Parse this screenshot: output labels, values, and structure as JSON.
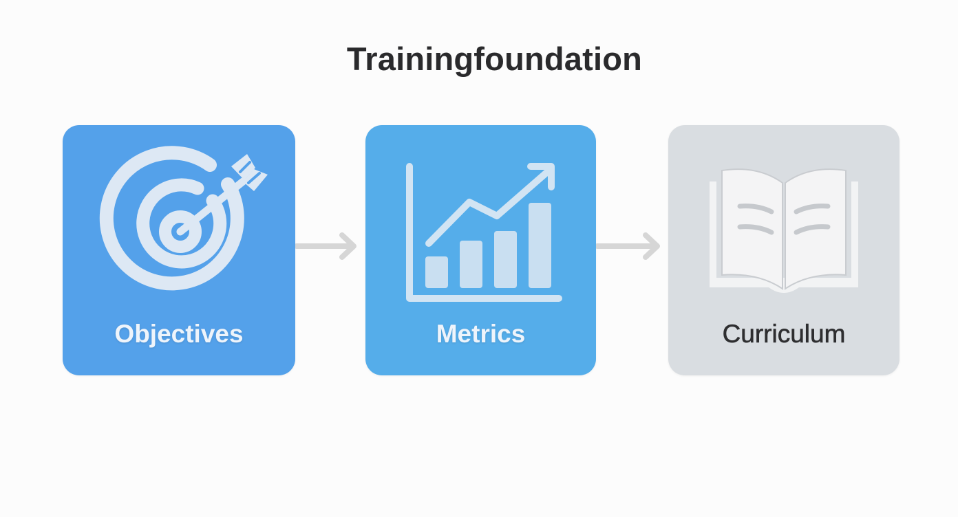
{
  "title": "Trainingfoundation",
  "steps": [
    {
      "label": "Objectives",
      "icon": "target-arrow-icon",
      "color": "#54a1ea"
    },
    {
      "label": "Metrics",
      "icon": "bar-chart-trend-icon",
      "color": "#55adea"
    },
    {
      "label": "Curriculum",
      "icon": "open-book-icon",
      "color": "#d9dde1"
    }
  ],
  "connectors": [
    {
      "from": "Objectives",
      "to": "Metrics",
      "icon": "arrow-right-icon"
    },
    {
      "from": "Metrics",
      "to": "Curriculum",
      "icon": "arrow-right-icon"
    }
  ],
  "colors": {
    "background": "#fcfcfc",
    "title": "#2a2a2c",
    "icon_light": "#dce7f3",
    "arrow": "#d4d4d4"
  }
}
